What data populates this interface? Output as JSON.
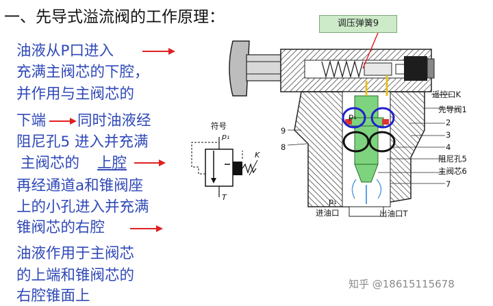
{
  "title": "一、先导式溢流阀的工作原理：",
  "para1": [
    "油液从P口进入",
    "充满主阀芯的下腔，",
    "并作用与主阀芯的",
    "下端",
    "同时油液经",
    "阻尼孔5 进入并充满",
    "主阀芯的",
    "上腔",
    "再经通道a和锥阀座",
    "上的小孔进入并充满",
    "锥阀芯的右腔"
  ],
  "para2": [
    "油液作用于主阀芯",
    "的上端和锥阀芯的",
    "右腔锥面上"
  ],
  "symbol": {
    "title": "符号",
    "p1": "p₁",
    "k": "K",
    "t": "T"
  },
  "callout": "调压弹簧9",
  "labels": {
    "remote_port": "遥控口K",
    "pilot_valve": "先导阀1",
    "damping_hole": "阻尼孔5",
    "main_spool": "主阀芯6",
    "inlet": "进油口",
    "outlet": "出油口T",
    "p1": "p₁",
    "p1_inner": "p₁",
    "n2": "2",
    "n3": "3",
    "n4": "4",
    "n7": "7",
    "n8": "8",
    "n9": "9"
  },
  "watermark": "知乎 @18615115678",
  "colors": {
    "text_blue": "#2f48b8",
    "arrow_red": "#e02020",
    "hatch": "#333333",
    "spool_green": "#7ed37e",
    "circle_blue": "#2020d0",
    "callout_bg": "#cdebc9"
  }
}
